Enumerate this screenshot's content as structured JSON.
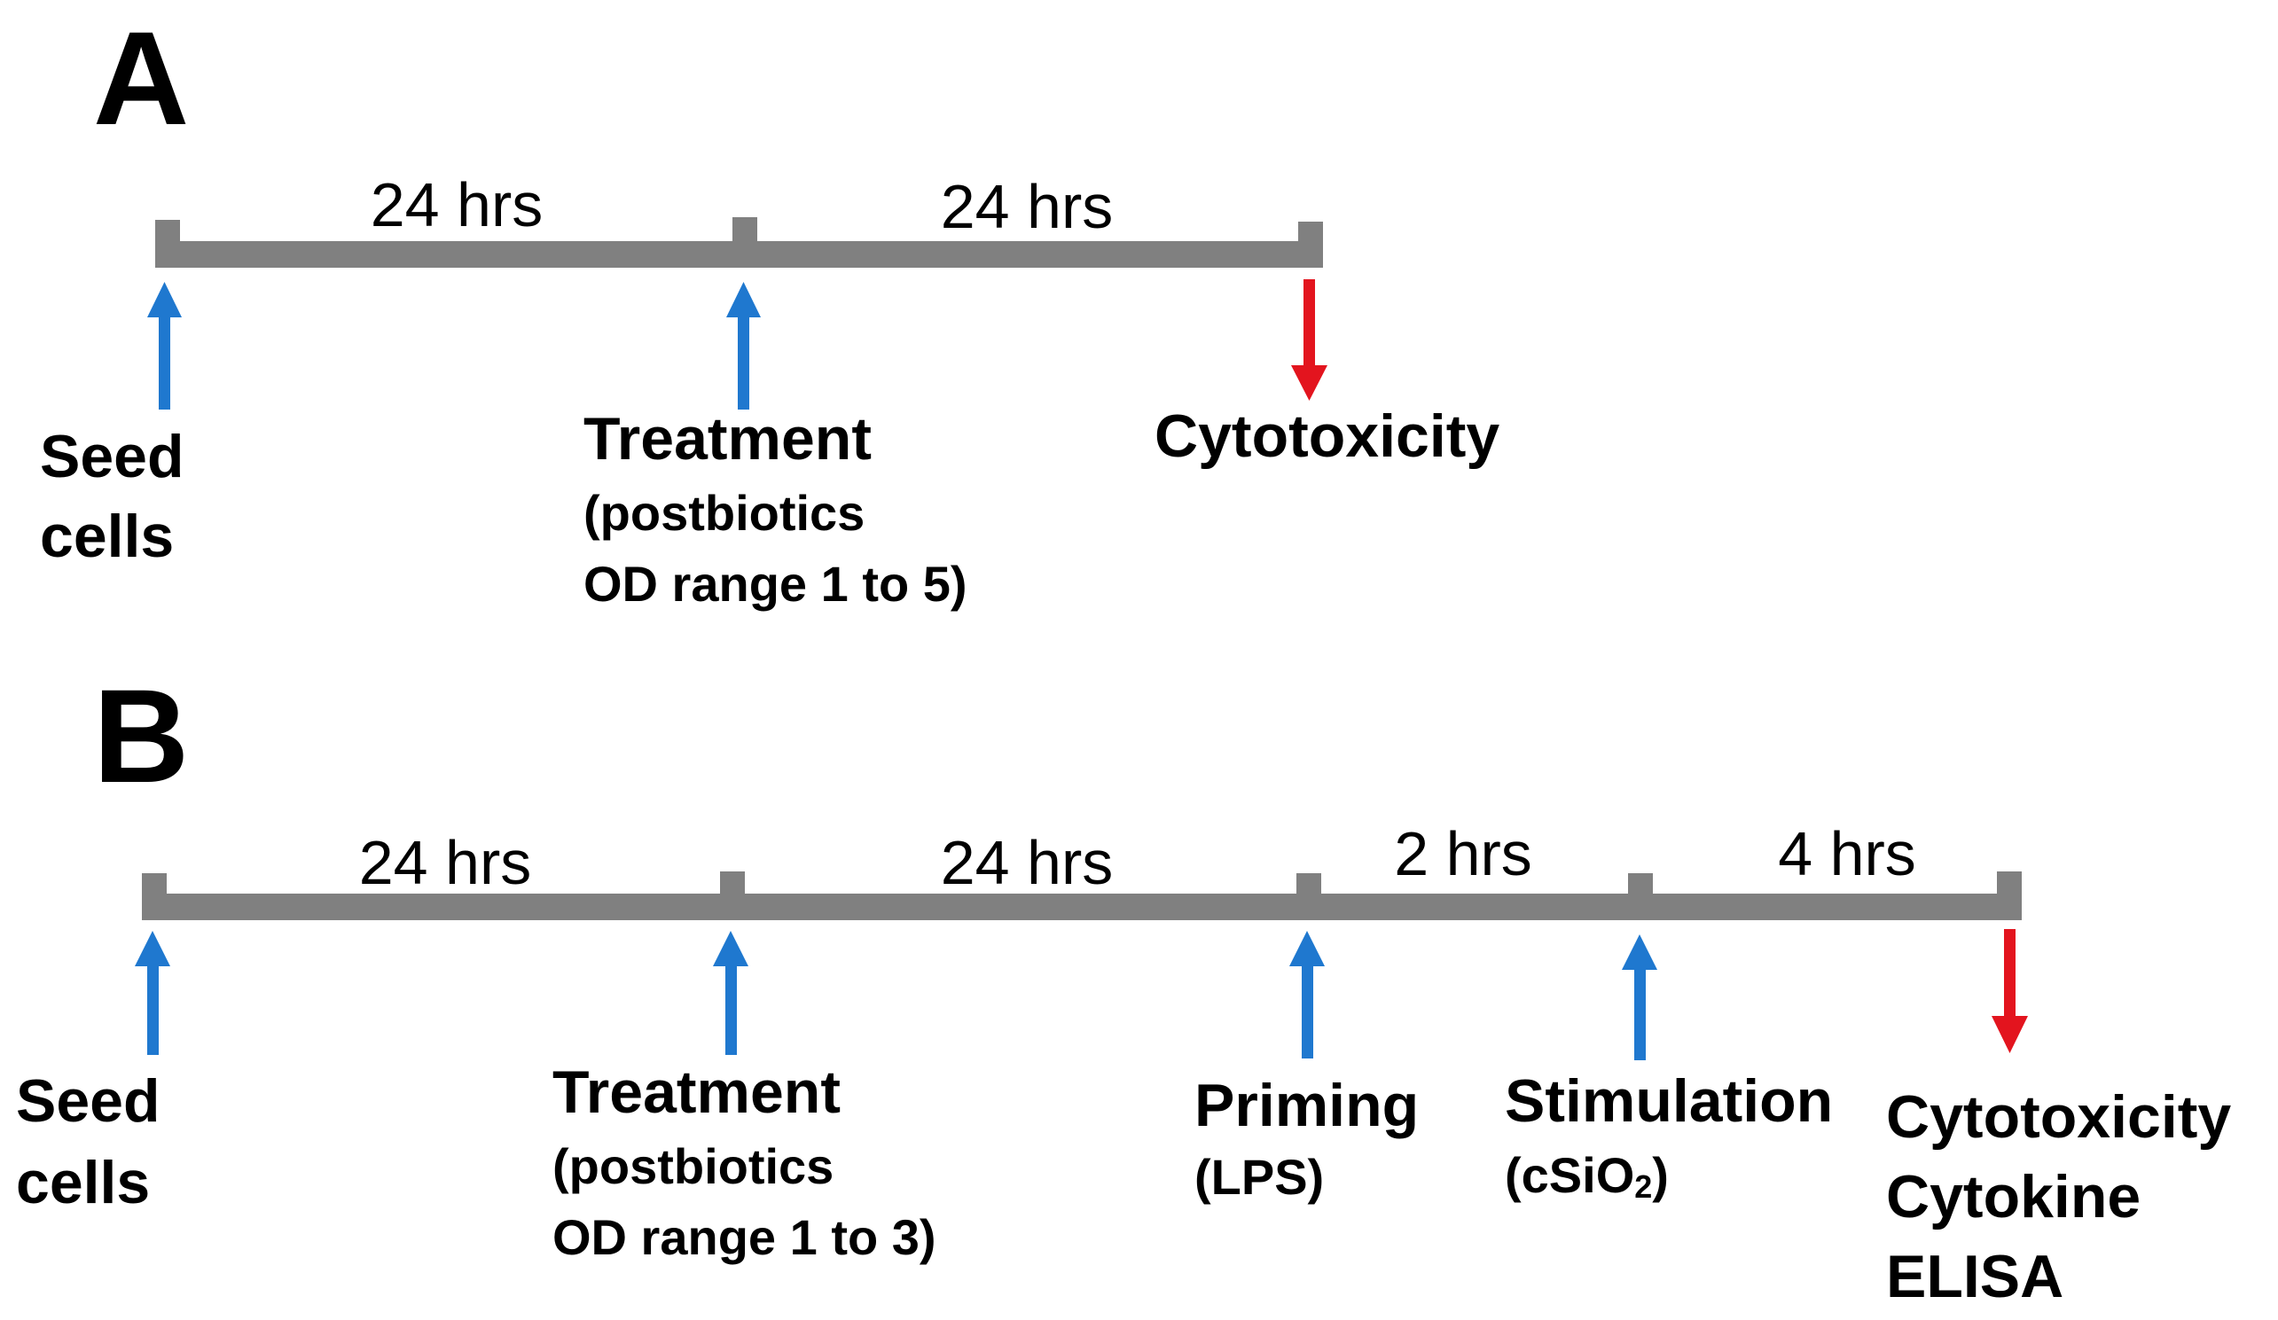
{
  "colors": {
    "timeline": "#808080",
    "input_arrow": "#1f78cf",
    "readout_arrow": "#e3141e",
    "text": "#000000"
  },
  "panel_a": {
    "label": "A",
    "durations": [
      "24 hrs",
      "24 hrs"
    ],
    "steps": {
      "seed": {
        "line1": "Seed",
        "line2": "cells"
      },
      "treatment": {
        "title": "Treatment",
        "line1": "(postbiotics",
        "line2": "OD range 1 to 5)"
      },
      "readout": {
        "title": "Cytotoxicity"
      }
    }
  },
  "panel_b": {
    "label": "B",
    "durations": [
      "24 hrs",
      "24 hrs",
      "2 hrs",
      "4 hrs"
    ],
    "steps": {
      "seed": {
        "line1": "Seed",
        "line2": "cells"
      },
      "treatment": {
        "title": "Treatment",
        "line1": "(postbiotics",
        "line2": "OD range 1 to 3)"
      },
      "priming": {
        "title": "Priming",
        "line1": "(LPS)"
      },
      "stimulation": {
        "title": "Stimulation",
        "sub_prefix": "(cSiO",
        "sub_subscript": "2",
        "sub_suffix": ")"
      },
      "readout": {
        "line1": "Cytotoxicity",
        "line2": "Cytokine",
        "line3": "ELISA"
      }
    }
  }
}
